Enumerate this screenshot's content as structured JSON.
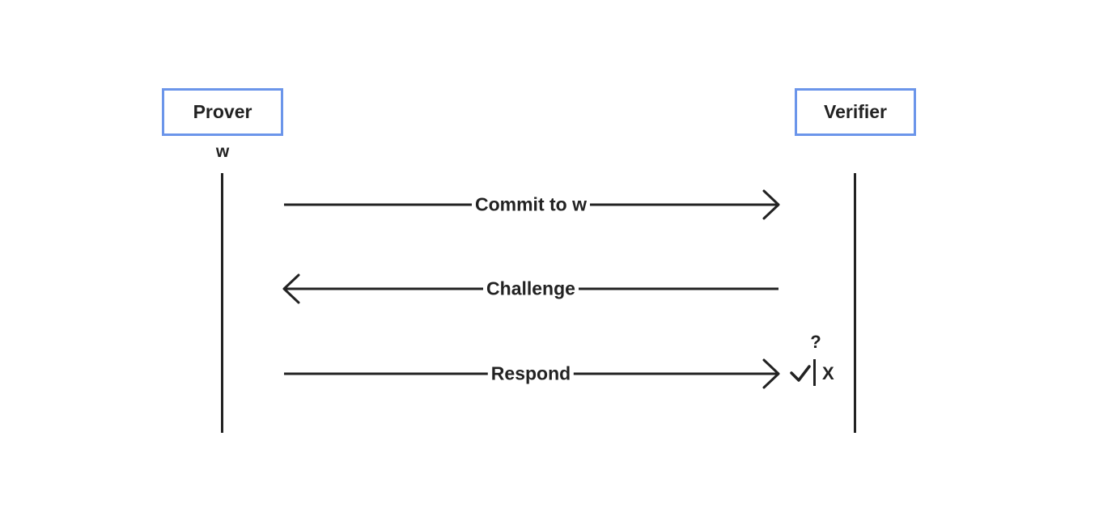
{
  "diagram": {
    "actors": {
      "prover": {
        "label": "Prover",
        "secret": "w"
      },
      "verifier": {
        "label": "Verifier"
      }
    },
    "messages": [
      {
        "label": "Commit to w",
        "direction": "to-verifier"
      },
      {
        "label": "Challenge",
        "direction": "to-prover"
      },
      {
        "label": "Respond",
        "direction": "to-verifier"
      }
    ],
    "verdict": {
      "question": "?",
      "reject": "X",
      "accept_icon": "check-icon"
    },
    "colors": {
      "box_border": "#6b95ea",
      "ink": "#222222"
    }
  }
}
